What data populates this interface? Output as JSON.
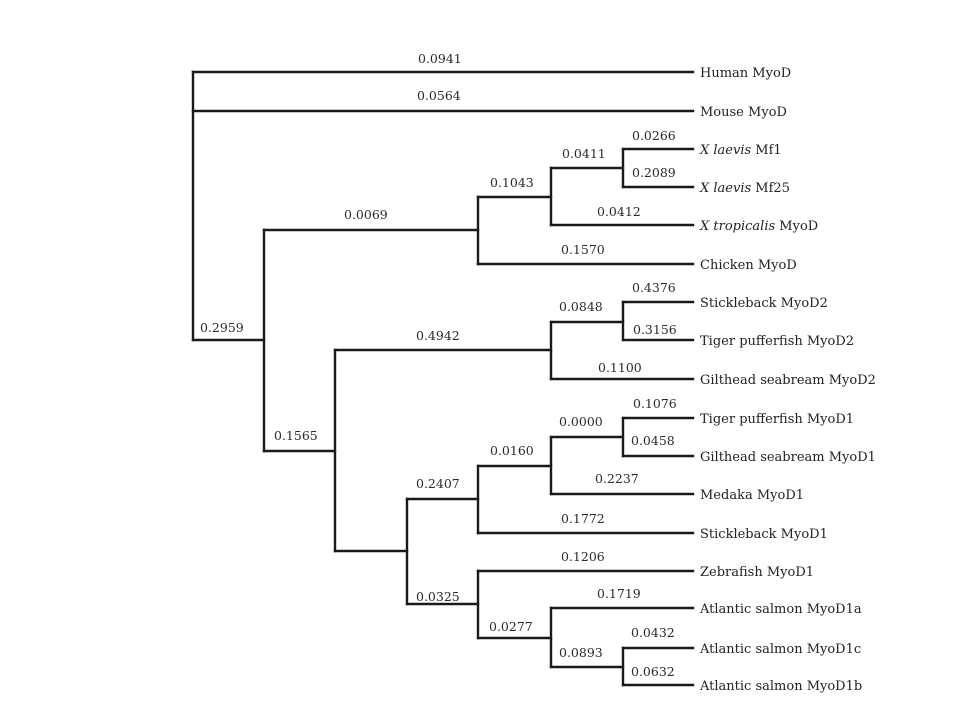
{
  "diagram": {
    "type": "phylogenetic-tree",
    "leaves": [
      {
        "italic": "",
        "label": "Human MyoD"
      },
      {
        "italic": "",
        "label": "Mouse MyoD"
      },
      {
        "italic": "X laevis",
        "label": " Mf1"
      },
      {
        "italic": "X laevis",
        "label": " Mf25"
      },
      {
        "italic": "X tropicalis",
        "label": " MyoD"
      },
      {
        "italic": "",
        "label": "Chicken MyoD"
      },
      {
        "italic": "",
        "label": "Stickleback MyoD2"
      },
      {
        "italic": "",
        "label": "Tiger pufferfish MyoD2"
      },
      {
        "italic": "",
        "label": "Gilthead seabream MyoD2"
      },
      {
        "italic": "",
        "label": "Tiger pufferfish MyoD1"
      },
      {
        "italic": "",
        "label": "Gilthead seabream MyoD1"
      },
      {
        "italic": "",
        "label": "Medaka MyoD1"
      },
      {
        "italic": "",
        "label": "Stickleback MyoD1"
      },
      {
        "italic": "",
        "label": "Zebrafish MyoD1"
      },
      {
        "italic": "",
        "label": "Atlantic salmon MyoD1a"
      },
      {
        "italic": "",
        "label": "Atlantic salmon MyoD1c"
      },
      {
        "italic": "",
        "label": "Atlantic salmon MyoD1b"
      }
    ],
    "branch_lengths": [
      "0.0941",
      "0.0564",
      "0.0266",
      "0.0411",
      "0.2089",
      "0.1043",
      "0.0412",
      "0.0069",
      "0.1570",
      "0.4376",
      "0.0848",
      "0.2959",
      "0.3156",
      "0.4942",
      "0.1100",
      "0.1076",
      "0.0000",
      "0.1565",
      "0.0458",
      "0.0160",
      "0.2407",
      "0.2237",
      "0.1772",
      "0.1206",
      "0.1719",
      "0.0325",
      "0.0277",
      "0.0432",
      "0.0893",
      "0.0632"
    ],
    "line_color": "#1a1a1a"
  }
}
